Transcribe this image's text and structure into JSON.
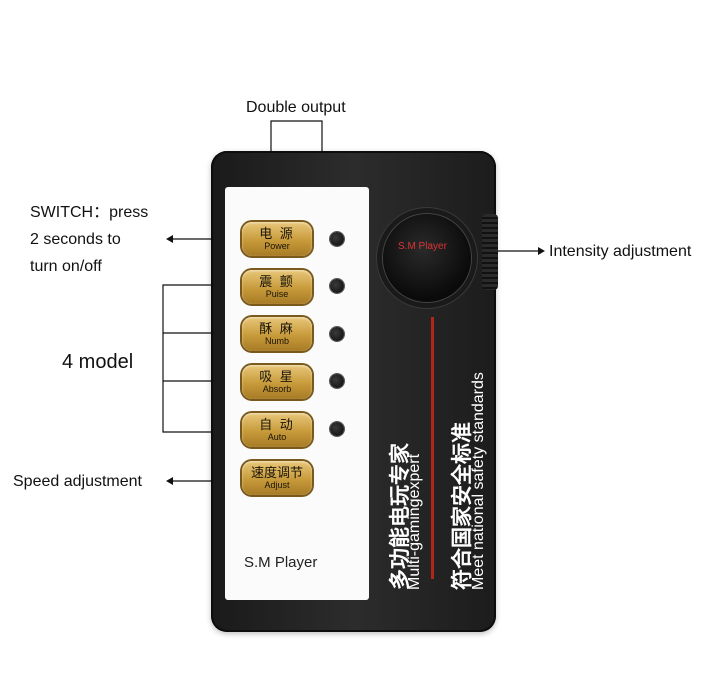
{
  "callouts": {
    "double_output": "Double output",
    "switch_line1": "SWITCH：press",
    "switch_line2": "2 seconds to",
    "switch_line3": "turn on/off",
    "four_model": "4 model",
    "speed": "Speed adjustment",
    "intensity": "Intensity adjustment"
  },
  "buttons": [
    {
      "cn": "电 源",
      "en": "Power"
    },
    {
      "cn": "震 颤",
      "en": "Puise"
    },
    {
      "cn": "酥 麻",
      "en": "Numb"
    },
    {
      "cn": "吸 星",
      "en": "Absorb"
    },
    {
      "cn": "自 动",
      "en": "Auto"
    },
    {
      "cn": "速度调节",
      "en": "Adjust"
    }
  ],
  "device": {
    "brand": "S.M Player",
    "knob_label": "S.M Player",
    "vertical_text": {
      "cn1": "多功能电玩专家",
      "en1": "Multi-gamingexpert",
      "cn2": "符合国家安全标准",
      "en2": "Meet national safety standards"
    }
  },
  "colors": {
    "accent_red": "#b3261e",
    "button_gold": "#c79a3a",
    "device_body": "#1f1f1f"
  }
}
